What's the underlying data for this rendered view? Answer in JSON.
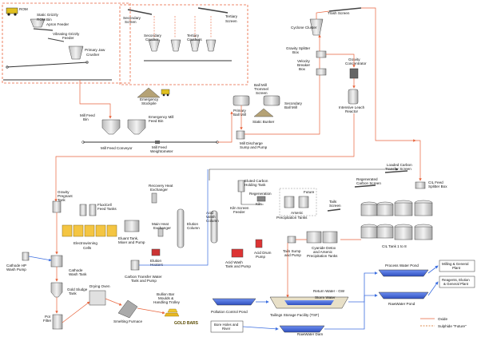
{
  "colors": {
    "ore": "#e8643c",
    "water": "#3c6ee0",
    "sulphide": "#d2691e",
    "equipment_fill": "#d9d9d9",
    "equipment_stroke": "#444444",
    "electrowinning": "#f4c542",
    "pond_water": "#4a6fd8",
    "tsf_fill": "#e8e0c8"
  },
  "labels": {
    "rom": "ROM",
    "static_grizzly": "Static Grizzly",
    "rom_bin": "ROM Bin",
    "apron_feeder": "Apron Feeder",
    "vibrating_grizzly": "Vibrating Grizzly",
    "vibrating_grizzly_2": "Feeder",
    "primary_jaw": "Primary Jaw",
    "primary_jaw_2": "Crusher",
    "secondary_screen": "Secondary",
    "secondary_screen_2": "Screen",
    "tertiary_screen": "Tertiary",
    "tertiary_screen_2": "Screen",
    "secondary_crusher": "Secondary",
    "secondary_crusher_2": "Crusher",
    "tertiary_crushers": "Tertiary",
    "tertiary_crushers_2": "Crushers",
    "emergency_stockpile": "Emergency",
    "emergency_stockpile_2": "Stockpile",
    "mill_feed_bin": "Mill Feed",
    "mill_feed_bin_2": "Bin",
    "emergency_mill_feed_bin": "Emergency Mill",
    "emergency_mill_feed_bin_2": "Feed Bin",
    "mill_feed_conveyor": "Mill Feed  Conveyor",
    "mill_feed_weightometer": "Mill Feed",
    "mill_feed_weightometer_2": "Weightometer",
    "trash_screen": "Trash Screen",
    "cyclone_cluster": "Cyclone Cluster",
    "gravity_splitter_box": "Gravity Splitter",
    "gravity_splitter_box_2": "Box",
    "velocity_breaker_box": "Velocity",
    "velocity_breaker_box_2": "Breaker",
    "velocity_breaker_box_3": "Box",
    "gravity_concentrator": "Gravity",
    "gravity_concentrator_2": "Concentrator",
    "ball_mill_trommel": "Ball Mill",
    "ball_mill_trommel_2": "Trommel",
    "ball_mill_trommel_3": "Screen",
    "primary_ball_mill": "Primary",
    "primary_ball_mill_2": "Ball Mill",
    "secondary_ball_mill": "Secondary",
    "secondary_ball_mill_2": "Ball Mill",
    "static_bunker": "Static Bunker",
    "mill_discharge": "Mill Discharge",
    "mill_discharge_2": "Sump and Pump",
    "intensive_leach": "Intensive Leach",
    "intensive_leach_2": "Reactor",
    "loaded_carbon_screen": "Loaded Carbon",
    "loaded_carbon_screen_2": "Transfer Screen",
    "regenerated_carbon_screen": "Regenerated",
    "regenerated_carbon_screen_2": "Carbon Screen",
    "cil_feed_splitter": "CIL Feed",
    "cil_feed_splitter_2": "Splitter Box",
    "eluted_carbon_tank": "Eluted Carbon",
    "eluted_carbon_tank_2": "Holding Tank",
    "regeneration_kiln": "Regeneration",
    "regeneration_kiln_2": "Kiln",
    "kiln_screen_feeder": "Kiln Screen",
    "kiln_screen_feeder_2": "Feeder",
    "future": "Future",
    "arsenic_tanks": "Arsenic",
    "arsenic_tanks_2": "Precipitation Tanks",
    "tails_screen": "Tails",
    "tails_screen_2": "Screen",
    "cil_tanks": "CIL Tank 1 to 8",
    "gravity_pregnant_tank": "Gravity",
    "gravity_pregnant_tank_2": "Pregnant",
    "gravity_pregnant_tank_3": "Tank",
    "fluxicell": "FluxiCell",
    "fluxicell_2": "Feed Tanks",
    "electrowinning_cells": "Electrowinning",
    "electrowinning_cells_2": "Cells",
    "eluant_tank": "Eluant Tank,",
    "eluant_tank_2": "Mixer and Pump",
    "recovery_heat_exchanger": "Recovery Heat",
    "recovery_heat_exchanger_2": "Exchanger",
    "main_heat_exchanger": "Main Heat",
    "main_heat_exchanger_2": "Exchanger",
    "elution_heaters": "Elution",
    "elution_heaters_2": "Heaters",
    "elution_column": "Elution",
    "elution_column_2": "Column",
    "acid_wash_column": "Acid",
    "acid_wash_column_2": "Wash",
    "acid_wash_column_3": "Column",
    "acid_wash_tank": "Acid Wash",
    "acid_wash_tank_2": "Tank and Pump",
    "acid_drum_pump": "Acid Drum",
    "acid_drum_pump_2": "Pump",
    "tails_sump": "Tails Sump",
    "tails_sump_2": "and Pump",
    "cyanide_detox": "Cyanide Detox",
    "cyanide_detox_2": "and Arsenic",
    "cyanide_detox_3": "Precipitation Tanks",
    "cathode_hp_pump": "Cathode HP",
    "cathode_hp_pump_2": "Wash Pump",
    "cathode_wash_tank": "Cathode",
    "cathode_wash_tank_2": "Wash Tank",
    "carbon_transfer_water": "Carbon Transfer Water",
    "carbon_transfer_water_2": "Tank and Pump",
    "gold_sludge_tank": "Gold Sludge",
    "gold_sludge_tank_2": "Tank",
    "drying_oven": "Drying Oven",
    "bullion_bar": "Bullion Bar",
    "bullion_bar_2": "Moulds &",
    "bullion_bar_3": "Handling Trolley",
    "smelting_furnace": "Smelting Furnace",
    "gold_bars": "GOLD BARS",
    "pot_filter": "Pot",
    "pot_filter_2": "Filter",
    "pollution_control_pond": "Pollution Control Pond",
    "return_water": "Return Water - GW",
    "storm_water": "Storm Water",
    "tsf": "Tailings Storage Facility (TSF)",
    "process_water_pond": "Process Water Pond",
    "raw_water_pond": "RawWater Pond",
    "raw_water_dam": "RawWater Dam",
    "bore_holes": "Bore Holes and",
    "bore_holes_2": "River",
    "milling_plant": "Milling & General",
    "milling_plant_2": "Plant",
    "reagents_plant": "Reagents, Elution",
    "reagents_plant_2": "& General Plant"
  },
  "legend": {
    "oxide": "Oxide",
    "sulphide": "Sulphide \"Future\""
  }
}
